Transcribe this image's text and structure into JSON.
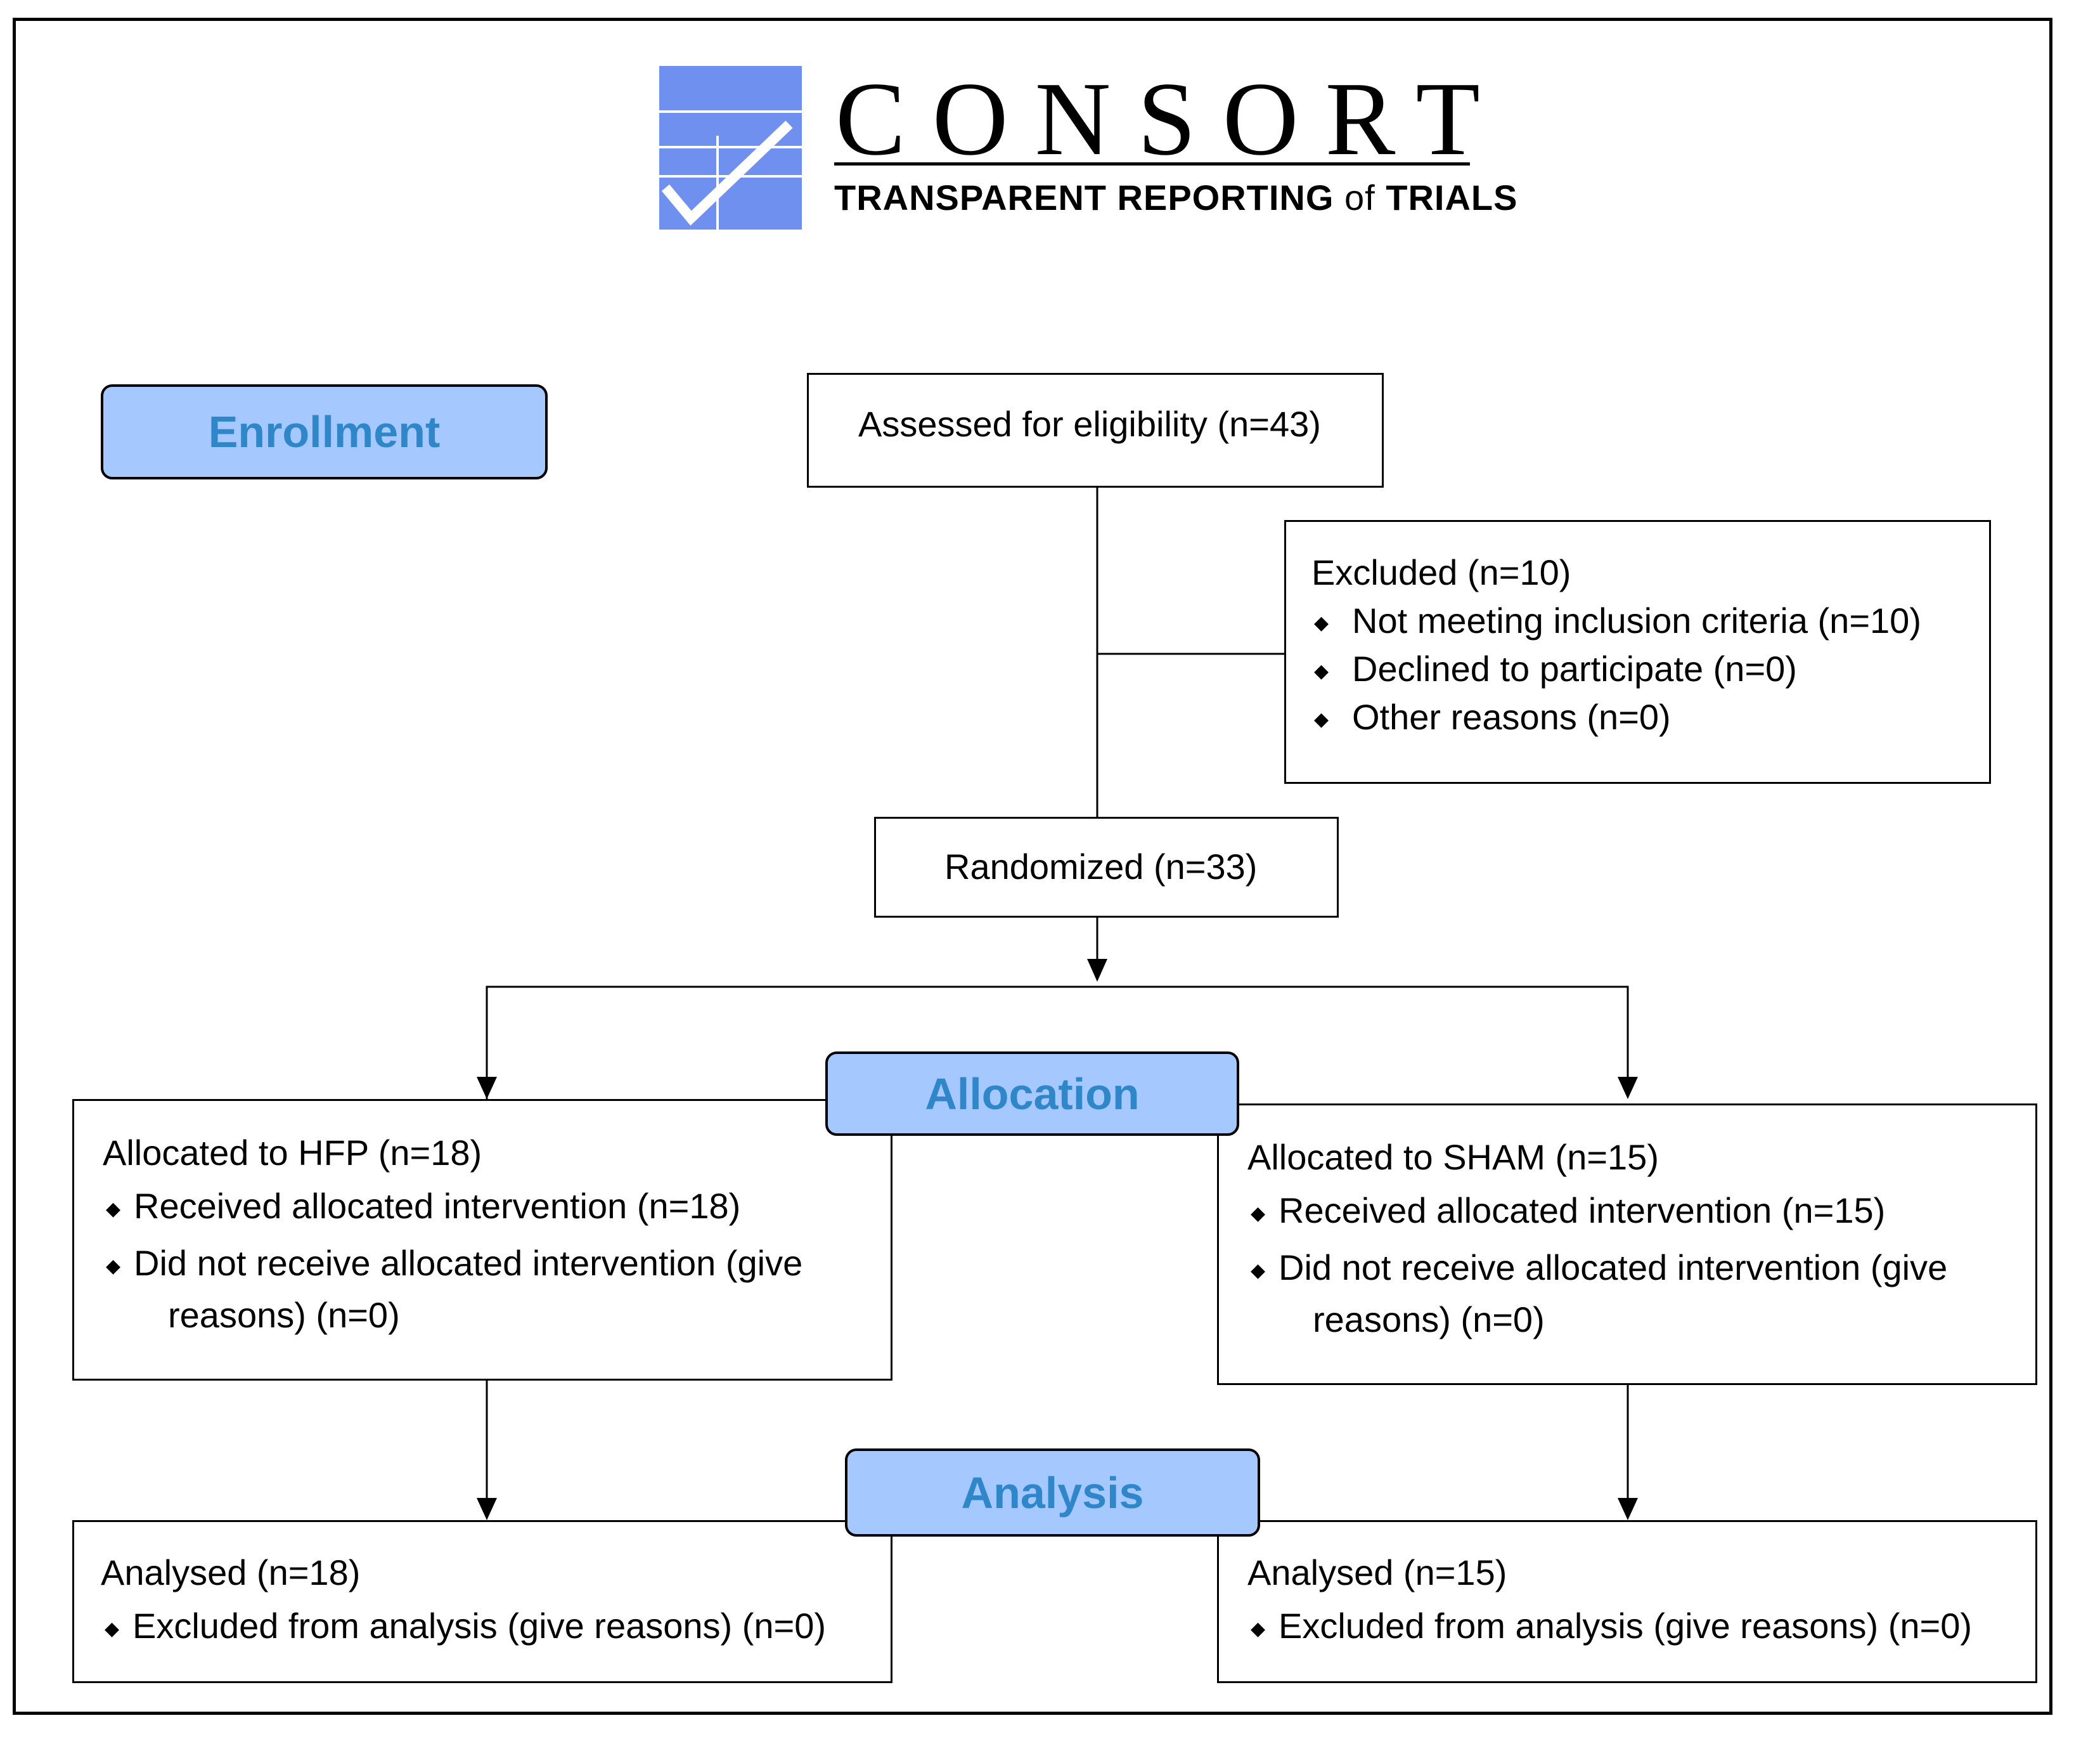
{
  "logo": {
    "wordmark": "CONSORT",
    "tagline_a": "TRANSPARENT REPORTING",
    "tagline_of": "of",
    "tagline_b": "TRIALS"
  },
  "stages": {
    "enrollment": "Enrollment",
    "allocation": "Allocation",
    "analysis": "Analysis"
  },
  "assessed": "Assessed for eligibility (n=43)",
  "excluded": {
    "title": "Excluded (n=10)",
    "items": [
      "Not meeting inclusion criteria (n=10)",
      "Declined to participate (n=0)",
      "Other reasons (n=0)"
    ]
  },
  "randomized": "Randomized (n=33)",
  "alloc_hfp": {
    "title": "Allocated to HFP (n=18)",
    "item1": "Received allocated intervention (n=18)",
    "item2_a": "Did not receive allocated intervention (give",
    "item2_b": "reasons) (n=0)"
  },
  "alloc_sham": {
    "title": "Allocated to SHAM (n=15)",
    "item1": "Received allocated intervention (n=15)",
    "item2_a": "Did not receive allocated intervention (give",
    "item2_b": "reasons) (n=0)"
  },
  "analysis_hfp": {
    "title": "Analysed (n=18)",
    "item1": "Excluded from analysis (give reasons) (n=0)"
  },
  "analysis_sham": {
    "title": "Analysed (n=15)",
    "item1": "Excluded from analysis (give reasons) (n=0)"
  },
  "bullet": "◆"
}
